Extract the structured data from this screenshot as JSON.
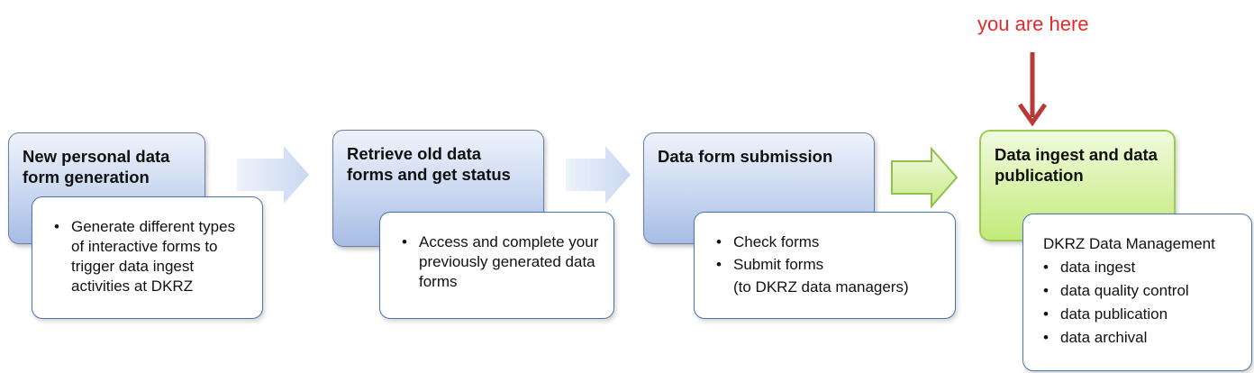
{
  "marker": {
    "label": "you are here",
    "color": "#e8292b",
    "arrow_color": "#b83a36"
  },
  "steps": [
    {
      "title": "New personal data form generation",
      "bullets": [
        "Generate different types of interactive forms to trigger data ingest activities at DKRZ"
      ]
    },
    {
      "title": "Retrieve old data forms and get status",
      "bullets": [
        "Access and complete your previously generated data forms"
      ]
    },
    {
      "title": "Data form submission",
      "bullets": [
        "Check forms",
        "Submit forms"
      ],
      "note": "(to DKRZ data managers)"
    },
    {
      "title": "Data ingest and data publication",
      "heading": "DKRZ Data Management",
      "bullets": [
        "data ingest",
        "data quality control",
        "data publication",
        "data archival"
      ]
    }
  ],
  "colors": {
    "step_blue": "#c9d7f0",
    "step_green": "#d8f1a6",
    "detail_border": "#4a73ad",
    "arrow_blue": "#dde7f7",
    "arrow_green": "#d8f1a6"
  }
}
